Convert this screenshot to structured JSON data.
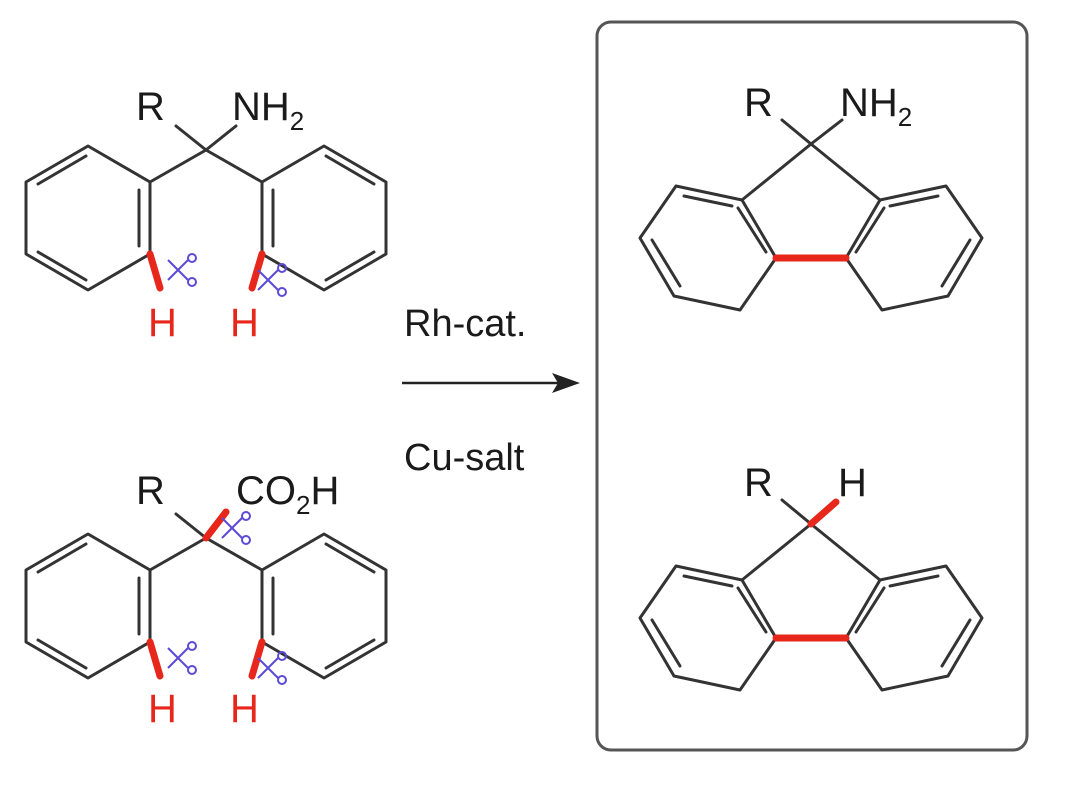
{
  "reactants": {
    "amine": {
      "substituent_left": "R",
      "substituent_right_main": "NH",
      "substituent_right_sub": "2",
      "h_left": "H",
      "h_right": "H"
    },
    "acid": {
      "substituent_left": "R",
      "substituent_right_main": "CO",
      "substituent_right_sub": "2",
      "substituent_right_tail": "H",
      "h_left": "H",
      "h_right": "H"
    }
  },
  "conditions": {
    "above_arrow": "Rh-cat.",
    "below_arrow": "Cu-salt"
  },
  "products": {
    "aminofluorene": {
      "substituent_left": "R",
      "substituent_right_main": "NH",
      "substituent_right_sub": "2"
    },
    "fluorene": {
      "substituent_left": "R",
      "substituent_right": "H"
    }
  },
  "colors": {
    "bond": "#333333",
    "new_bond": "#e8271c",
    "scissors": "#5b4bd6",
    "box_border": "#555555"
  }
}
